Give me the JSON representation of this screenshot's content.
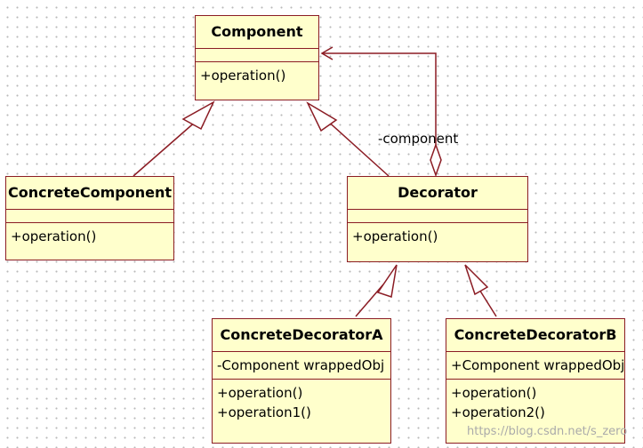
{
  "diagram": {
    "classes": {
      "component": {
        "name": "Component",
        "attributes": [],
        "operations": [
          "+operation()"
        ]
      },
      "concrete_component": {
        "name": "ConcreteComponent",
        "attributes": [],
        "operations": [
          "+operation()"
        ]
      },
      "decorator": {
        "name": "Decorator",
        "attributes": [],
        "operations": [
          "+operation()"
        ]
      },
      "concrete_decorator_a": {
        "name": "ConcreteDecoratorA",
        "attributes": [
          "-Component wrappedObj"
        ],
        "operations": [
          "+operation()",
          "+operation1()"
        ]
      },
      "concrete_decorator_b": {
        "name": "ConcreteDecoratorB",
        "attributes": [
          "+Component wrappedObj"
        ],
        "operations": [
          "+operation()",
          "+operation2()"
        ]
      }
    },
    "relationships": [
      {
        "type": "generalization",
        "from": "ConcreteComponent",
        "to": "Component"
      },
      {
        "type": "generalization",
        "from": "Decorator",
        "to": "Component"
      },
      {
        "type": "generalization",
        "from": "ConcreteDecoratorA",
        "to": "Decorator"
      },
      {
        "type": "generalization",
        "from": "ConcreteDecoratorB",
        "to": "Decorator"
      },
      {
        "type": "aggregation",
        "from": "Decorator",
        "to": "Component",
        "role": "-component"
      }
    ],
    "role_label": "-component"
  },
  "watermark": "https://blog.csdn.net/s_zero",
  "colors": {
    "fill": "#ffffcc",
    "stroke": "#8b1c24",
    "grid_dot": "#b9b9b9"
  }
}
